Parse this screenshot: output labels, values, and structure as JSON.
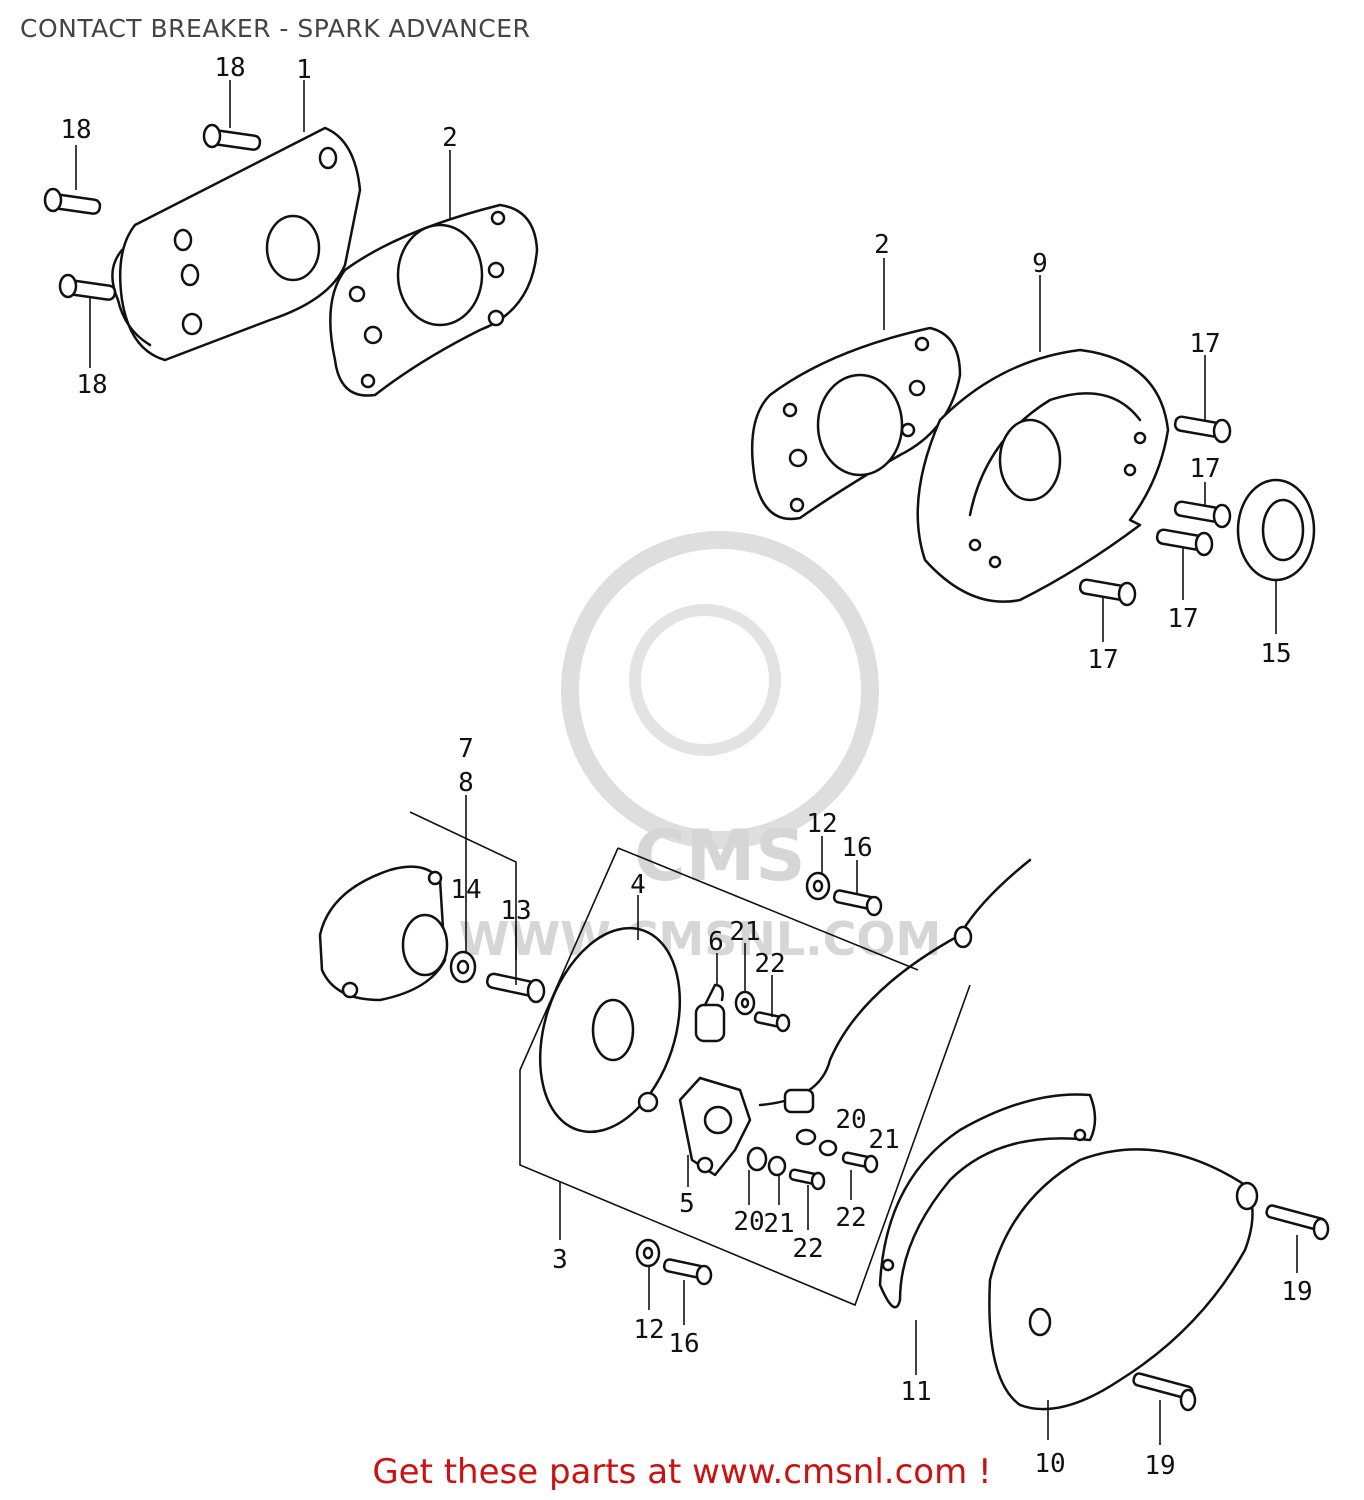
{
  "title": "CONTACT BREAKER - SPARK ADVANCER",
  "footer": "Get these parts at www.cmsnl.com !",
  "watermark": {
    "logo_text": "CMS",
    "url_text": "WWW.CMSNL.COM",
    "color": "#d6d6d6"
  },
  "colors": {
    "line": "#111111",
    "title": "#444444",
    "footer": "#cc1111"
  },
  "callouts": [
    {
      "id": "c1",
      "text": "1"
    },
    {
      "id": "c2a",
      "text": "2"
    },
    {
      "id": "c2b",
      "text": "2"
    },
    {
      "id": "c3",
      "text": "3"
    },
    {
      "id": "c4",
      "text": "4"
    },
    {
      "id": "c5",
      "text": "5"
    },
    {
      "id": "c6",
      "text": "6"
    },
    {
      "id": "c7",
      "text": "7"
    },
    {
      "id": "c8",
      "text": "8"
    },
    {
      "id": "c9",
      "text": "9"
    },
    {
      "id": "c10",
      "text": "10"
    },
    {
      "id": "c11",
      "text": "11"
    },
    {
      "id": "c12a",
      "text": "12"
    },
    {
      "id": "c12b",
      "text": "12"
    },
    {
      "id": "c13",
      "text": "13"
    },
    {
      "id": "c14",
      "text": "14"
    },
    {
      "id": "c15",
      "text": "15"
    },
    {
      "id": "c16a",
      "text": "16"
    },
    {
      "id": "c16b",
      "text": "16"
    },
    {
      "id": "c17a",
      "text": "17"
    },
    {
      "id": "c17b",
      "text": "17"
    },
    {
      "id": "c17c",
      "text": "17"
    },
    {
      "id": "c17d",
      "text": "17"
    },
    {
      "id": "c18a",
      "text": "18"
    },
    {
      "id": "c18b",
      "text": "18"
    },
    {
      "id": "c18c",
      "text": "18"
    },
    {
      "id": "c19a",
      "text": "19"
    },
    {
      "id": "c19b",
      "text": "19"
    },
    {
      "id": "c20a",
      "text": "20"
    },
    {
      "id": "c20b",
      "text": "20"
    },
    {
      "id": "c21a",
      "text": "21"
    },
    {
      "id": "c21b",
      "text": "21"
    },
    {
      "id": "c21c",
      "text": "21"
    },
    {
      "id": "c22a",
      "text": "22"
    },
    {
      "id": "c22b",
      "text": "22"
    },
    {
      "id": "c22c",
      "text": "22"
    }
  ]
}
